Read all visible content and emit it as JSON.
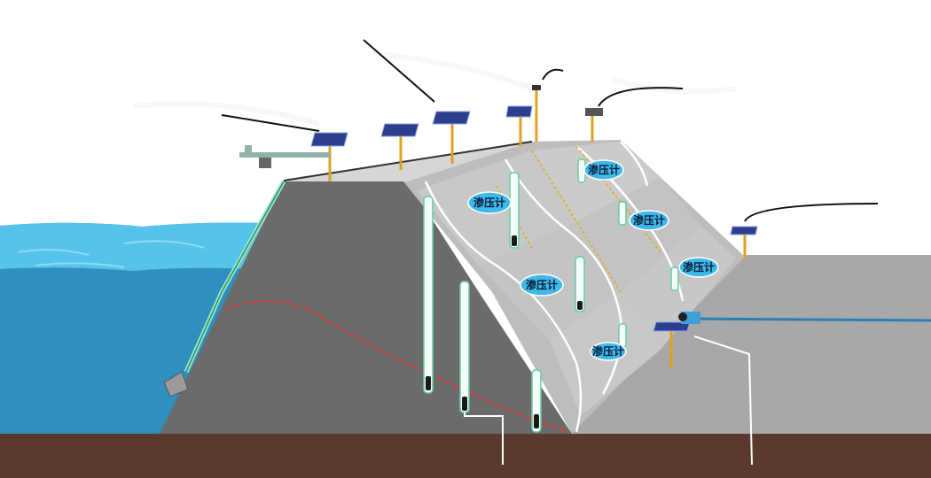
{
  "diagram": {
    "colors": {
      "water": "#2f8fbf",
      "water_top": "#56c3ea",
      "ground": "#5a3a2c",
      "dam_dark": "#6b6b6b",
      "dam_light": "#bdbdbd",
      "downstream": "#a8a8a8",
      "label_fill": "#3fb9e8",
      "seepage_line": "#e53935"
    },
    "labels": [
      {
        "id": "piezometer-label-1",
        "text": "渗压计"
      },
      {
        "id": "piezometer-label-2",
        "text": "渗压计"
      },
      {
        "id": "piezometer-label-3",
        "text": "渗压计"
      },
      {
        "id": "piezometer-label-4",
        "text": "渗压计"
      },
      {
        "id": "piezometer-label-5",
        "text": "渗压计"
      },
      {
        "id": "piezometer-label-6",
        "text": "渗压计"
      }
    ]
  }
}
